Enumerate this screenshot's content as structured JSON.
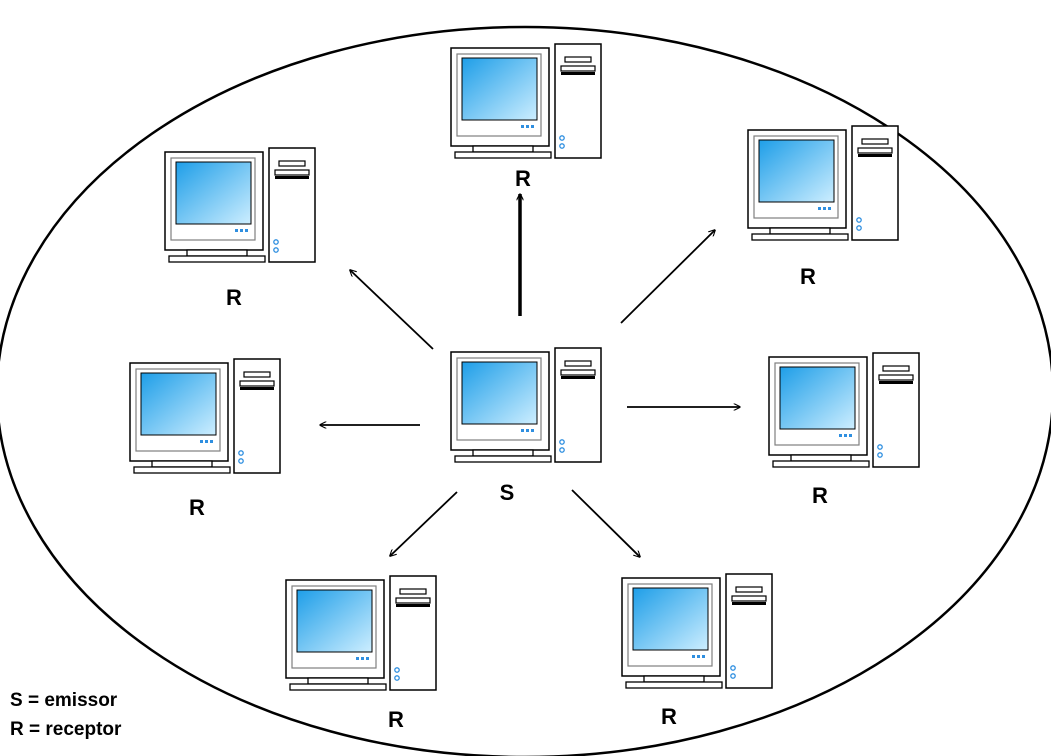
{
  "diagram": {
    "type": "network-topology",
    "colors": {
      "outline": "#000000",
      "monitor_body": "#ffffff",
      "screen_dark": "#1e9ee8",
      "screen_light": "#cdeeff",
      "screen_bezel": "#7f7f7f",
      "led": "#2f8fe0"
    },
    "nodes": [
      {
        "id": "sender",
        "role": "sender",
        "label": "S"
      },
      {
        "id": "receiver-top",
        "role": "receiver",
        "label": "R"
      },
      {
        "id": "receiver-upper-left",
        "role": "receiver",
        "label": "R"
      },
      {
        "id": "receiver-upper-right",
        "role": "receiver",
        "label": "R"
      },
      {
        "id": "receiver-left",
        "role": "receiver",
        "label": "R"
      },
      {
        "id": "receiver-right",
        "role": "receiver",
        "label": "R"
      },
      {
        "id": "receiver-lower-left",
        "role": "receiver",
        "label": "R"
      },
      {
        "id": "receiver-lower-right",
        "role": "receiver",
        "label": "R"
      }
    ],
    "edges": [
      {
        "from": "sender",
        "to": "receiver-top"
      },
      {
        "from": "sender",
        "to": "receiver-upper-left"
      },
      {
        "from": "sender",
        "to": "receiver-upper-right"
      },
      {
        "from": "sender",
        "to": "receiver-left"
      },
      {
        "from": "sender",
        "to": "receiver-right"
      },
      {
        "from": "sender",
        "to": "receiver-lower-left"
      },
      {
        "from": "sender",
        "to": "receiver-lower-right"
      }
    ]
  },
  "legend": {
    "items": [
      {
        "text": "S = emissor"
      },
      {
        "text": "R = receptor"
      }
    ]
  }
}
